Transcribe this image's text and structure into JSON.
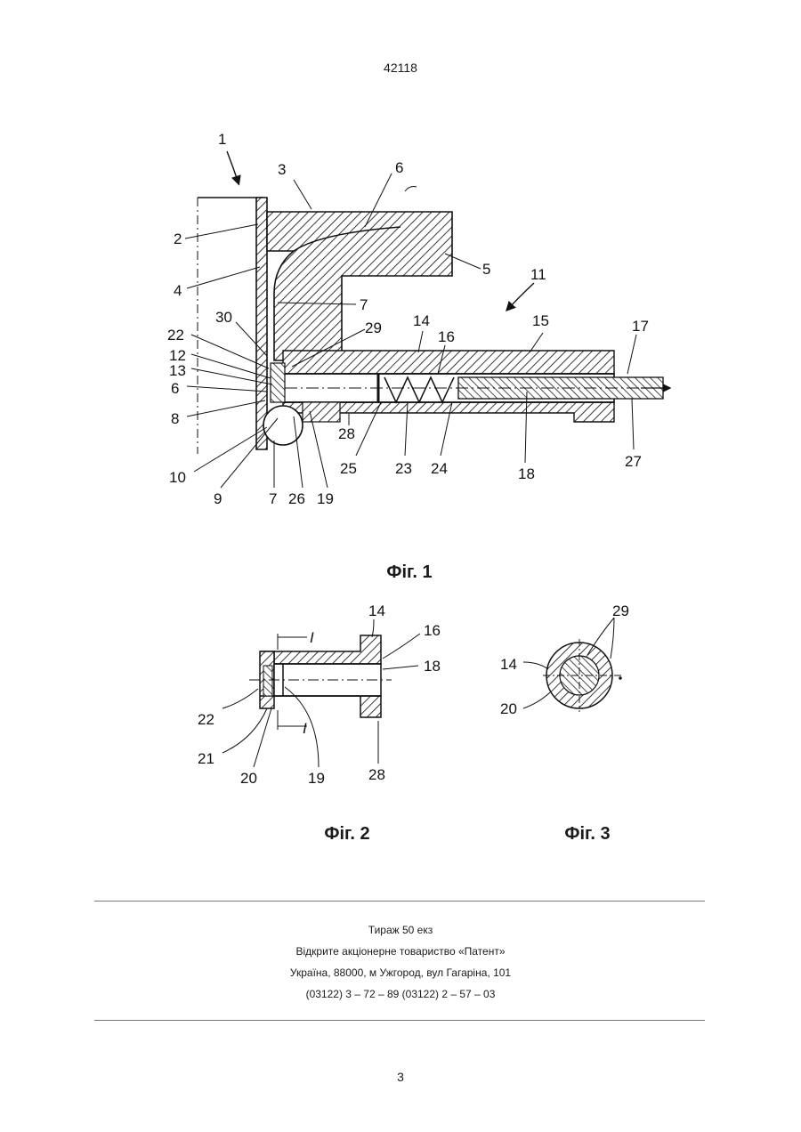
{
  "header": {
    "doc_number": "42118"
  },
  "fig1": {
    "caption": "Фіг. 1",
    "labels": {
      "l1": "1",
      "l2": "2",
      "l3": "3",
      "l4": "4",
      "l5": "5",
      "l6a": "6",
      "l6b": "6",
      "l7a": "7",
      "l7b": "7",
      "l8": "8",
      "l9": "9",
      "l10": "10",
      "l11": "11",
      "l12": "12",
      "l13": "13",
      "l14": "14",
      "l15": "15",
      "l16": "16",
      "l17": "17",
      "l18": "18",
      "l19": "19",
      "l22": "22",
      "l23": "23",
      "l24": "24",
      "l25": "25",
      "l26": "26",
      "l27": "27",
      "l28": "28",
      "l29": "29",
      "l30": "30"
    }
  },
  "fig2": {
    "caption": "Фіг. 2",
    "labels": {
      "l14": "14",
      "l16": "16",
      "l18": "18",
      "l19": "19",
      "l20": "20",
      "l21": "21",
      "l22": "22",
      "l28": "28",
      "sec_top": "I",
      "sec_bottom": "I"
    }
  },
  "fig3": {
    "caption": "Фіг. 3",
    "labels": {
      "l14": "14",
      "l20": "20",
      "l29": "29"
    }
  },
  "imprint": {
    "line1": "Тираж 50 екз",
    "line2": "Відкрите акціонерне товариство «Патент»",
    "line3": "Україна, 88000, м  Ужгород, вул  Гагаріна, 101",
    "line4": "(03122) 3 – 72 – 89  (03122) 2 – 57 – 03"
  },
  "footer": {
    "page_number": "3"
  }
}
